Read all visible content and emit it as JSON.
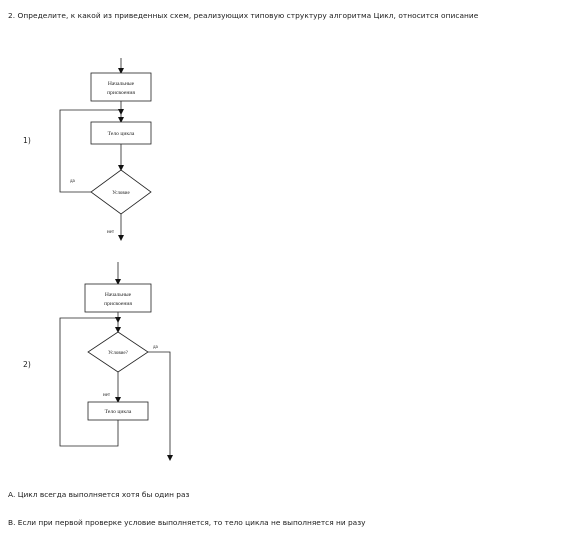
{
  "question": {
    "title": "2. Определите, к какой из приведенных схем, реализующих типовую структуру алгоритма Цикл, относится описание"
  },
  "scheme1": {
    "number": "1)",
    "box_init_line1": "Начальные",
    "box_init_line2": "присвоения",
    "box_body": "Тело цикла",
    "diamond": "Условие",
    "label_yes": "да",
    "label_no": "нет"
  },
  "scheme2": {
    "number": "2)",
    "box_init_line1": "Начальные",
    "box_init_line2": "присвоения",
    "diamond": "Условие?",
    "label_yes": "да",
    "label_no": "нет",
    "box_body": "Тело цикла"
  },
  "options": [
    {
      "text": "А. Цикл всегда выполняется хотя бы один раз"
    },
    {
      "text": "В. Если при первой проверке условие выполняется, то тело цикла не выполняется ни разу"
    }
  ]
}
